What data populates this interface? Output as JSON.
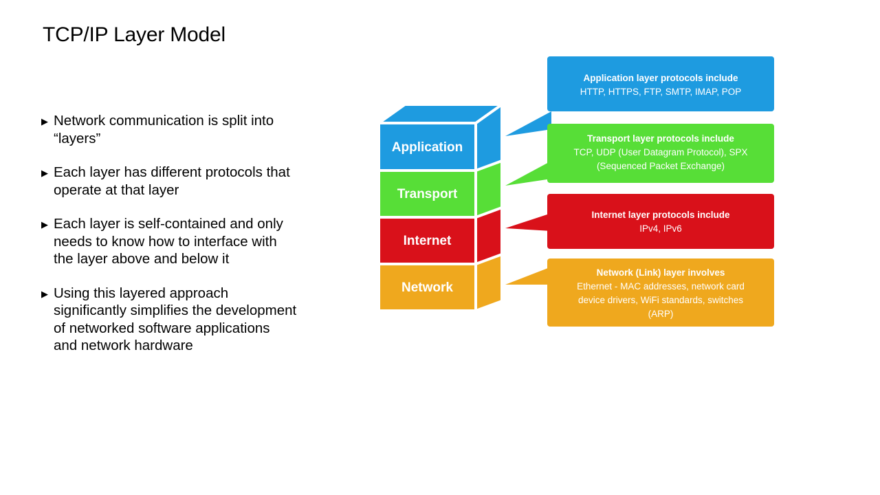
{
  "slide": {
    "title": "TCP/IP Layer Model",
    "background_color": "#ffffff",
    "text_color": "#000000"
  },
  "bullets": {
    "marker_glyph": "▶",
    "items": [
      {
        "text": "Network communication is split into\n“layers”"
      },
      {
        "text": "Each layer has different protocols that\noperate at that layer"
      },
      {
        "text": "Each layer is self-contained and only\nneeds to know how to interface with\nthe layer above and below it"
      },
      {
        "text": "Using this layered approach\nsignificantly simplifies the development\nof networked software applications\nand network hardware"
      }
    ]
  },
  "diagram": {
    "colors": {
      "application": "#1E9BE0",
      "transport": "#57DE37",
      "internet": "#D9111A",
      "network": "#EFA81E",
      "application_side": "#1E9BE0",
      "transport_side": "#57DE37",
      "internet_side": "#D9111A",
      "network_side": "#EFA81E",
      "edge": "#ffffff"
    },
    "stack": [
      {
        "label": "Application",
        "color_key": "application"
      },
      {
        "label": "Transport",
        "color_key": "transport"
      },
      {
        "label": "Internet",
        "color_key": "internet"
      },
      {
        "label": "Network",
        "color_key": "network"
      }
    ],
    "callouts": [
      {
        "layer": "Application",
        "color": "#1E9BE0",
        "title": "Application layer protocols include",
        "lines": [
          "HTTP, HTTPS, FTP, SMTP, IMAP, POP"
        ]
      },
      {
        "layer": "Transport",
        "color": "#57DE37",
        "title": "Transport layer protocols include",
        "lines": [
          "TCP, UDP (User Datagram Protocol), SPX",
          "(Sequenced Packet Exchange)"
        ]
      },
      {
        "layer": "Internet",
        "color": "#D9111A",
        "title": "Internet layer protocols include",
        "lines": [
          "IPv4, IPv6"
        ]
      },
      {
        "layer": "Network",
        "color": "#EFA81E",
        "title": "Network (Link) layer involves",
        "lines": [
          "Ethernet - MAC addresses, network card",
          "device drivers, WiFi standards, switches",
          "(ARP)"
        ]
      }
    ]
  }
}
